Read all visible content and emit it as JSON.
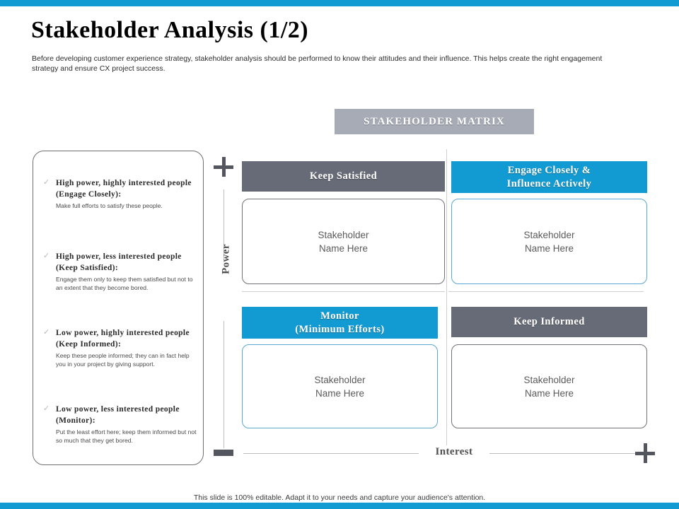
{
  "theme": {
    "accent_blue": "#129bd3",
    "slate_gray": "#676b77",
    "title_gray": "#a7abb5",
    "box_border_blue": "#5aa7cf",
    "box_border_gray": "#6f7178"
  },
  "header": {
    "title": "Stakeholder Analysis (1/2)",
    "subtitle": "Before developing customer experience strategy, stakeholder analysis should be performed to know their attitudes and their influence. This helps create the right engagement strategy and ensure CX project success."
  },
  "left_panel": {
    "bullet_icon": "check-icon",
    "bullets": [
      {
        "heading": "High power, highly interested people (Engage Closely):",
        "body": "Make full efforts to satisfy these people."
      },
      {
        "heading": "High power, less interested people (Keep Satisfied):",
        "body": "Engage them only to keep them satisfied but not to an extent that they become bored."
      },
      {
        "heading": "Low power, highly interested people (Keep Informed):",
        "body": "Keep these people informed; they can in fact help you in your project by giving support."
      },
      {
        "heading": "Low power, less interested people (Monitor):",
        "body": "Put the least effort here; keep them informed but not so much that they get bored."
      }
    ]
  },
  "matrix": {
    "title": "STAKEHOLDER MATRIX",
    "axes": {
      "vertical_label": "Power",
      "vertical_top_sign": "+",
      "vertical_bottom_sign": "−",
      "horizontal_label": "Interest",
      "horizontal_left_sign": "−",
      "horizontal_right_sign": "+"
    },
    "quadrants": [
      {
        "id": "keep-satisfied",
        "header": "Keep Satisfied",
        "header_color": "#676b77",
        "placeholder": "Stakeholder\nName Here",
        "border_color": "#6f7178"
      },
      {
        "id": "engage-closely",
        "header": "Engage Closely &\nInfluence Actively",
        "header_color": "#129bd3",
        "placeholder": "Stakeholder\nName Here",
        "border_color": "#5aa7cf"
      },
      {
        "id": "monitor",
        "header": "Monitor\n(Minimum Efforts)",
        "header_color": "#129bd3",
        "placeholder": "Stakeholder\nName Here",
        "border_color": "#5aa7cf"
      },
      {
        "id": "keep-informed",
        "header": "Keep Informed",
        "header_color": "#676b77",
        "placeholder": "Stakeholder\nName Here",
        "border_color": "#6f7178"
      }
    ]
  },
  "footer": {
    "note": "This slide is 100% editable. Adapt it to your needs and capture your audience's attention."
  }
}
